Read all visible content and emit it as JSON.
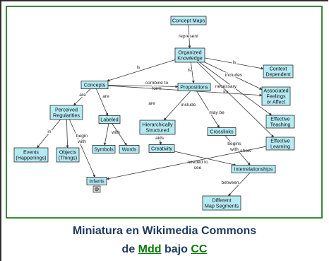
{
  "diagram": {
    "nodes": [
      {
        "id": "concept_maps",
        "lines": [
          "Concept Maps"
        ]
      },
      {
        "id": "organized_knowledge",
        "lines": [
          "Organized",
          "Knowledge"
        ]
      },
      {
        "id": "context_dependent",
        "lines": [
          "Context",
          "Dependent"
        ]
      },
      {
        "id": "concepts",
        "lines": [
          "Concepts"
        ]
      },
      {
        "id": "propositions",
        "lines": [
          "Propositions"
        ]
      },
      {
        "id": "associated_feelings",
        "lines": [
          "Associated",
          "Feelings",
          "or Affect"
        ]
      },
      {
        "id": "perceived_regularities",
        "lines": [
          "Perceived",
          "Regularities"
        ]
      },
      {
        "id": "labeled",
        "lines": [
          "Labeled"
        ]
      },
      {
        "id": "hierarchically_structured",
        "lines": [
          "Hierarchically",
          "Structured"
        ]
      },
      {
        "id": "effective_teaching",
        "lines": [
          "Effective",
          "Teaching"
        ]
      },
      {
        "id": "crosslinks",
        "lines": [
          "Crosslinks"
        ]
      },
      {
        "id": "effective_learning",
        "lines": [
          "Effective",
          "Learning"
        ]
      },
      {
        "id": "events",
        "lines": [
          "Events",
          "(Happenings)"
        ]
      },
      {
        "id": "objects",
        "lines": [
          "Objects",
          "(Things)"
        ]
      },
      {
        "id": "symbols",
        "lines": [
          "Symbols"
        ]
      },
      {
        "id": "words",
        "lines": [
          "Words"
        ]
      },
      {
        "id": "creativity",
        "lines": [
          "Creativity"
        ]
      },
      {
        "id": "interrelationships",
        "lines": [
          "Interrelationships"
        ]
      },
      {
        "id": "infants",
        "lines": [
          "Infants"
        ]
      },
      {
        "id": "different_map_segments",
        "lines": [
          "Different",
          "Map Segments"
        ]
      }
    ],
    "edges": [
      {
        "from": "concept_maps",
        "to": "organized_knowledge",
        "label": "represent"
      },
      {
        "from": "organized_knowledge",
        "to": "context_dependent",
        "label": "is"
      },
      {
        "from": "organized_knowledge",
        "to": "concepts",
        "label": "is"
      },
      {
        "from": "organized_knowledge",
        "to": "propositions",
        "label": "is"
      },
      {
        "from": "organized_knowledge",
        "to": "associated_feelings",
        "label": "includes"
      },
      {
        "from": "organized_knowledge",
        "to": "effective_teaching",
        "label": "necessary for"
      },
      {
        "from": "organized_knowledge",
        "to": "effective_learning",
        "label": ""
      },
      {
        "from": "concepts",
        "to": "propositions",
        "label": "combine to form"
      },
      {
        "from": "concepts",
        "to": "associated_feelings",
        "label": "include"
      },
      {
        "from": "concepts",
        "to": "perceived_regularities",
        "label": "are"
      },
      {
        "from": "concepts",
        "to": "labeled",
        "label": "are"
      },
      {
        "from": "propositions",
        "to": "hierarchically_structured",
        "label": "are"
      },
      {
        "from": "propositions",
        "to": "crosslinks",
        "label": "may be"
      },
      {
        "from": "perceived_regularities",
        "to": "events",
        "label": "in"
      },
      {
        "from": "perceived_regularities",
        "to": "objects",
        "label": ""
      },
      {
        "from": "perceived_regularities",
        "to": "infants",
        "label": "begin with"
      },
      {
        "from": "labeled",
        "to": "symbols",
        "label": "with"
      },
      {
        "from": "labeled",
        "to": "words",
        "label": ""
      },
      {
        "from": "hierarchically_structured",
        "to": "creativity",
        "label": "aids"
      },
      {
        "from": "crosslinks",
        "to": "interrelationships",
        "label": "show"
      },
      {
        "from": "creativity",
        "to": "interrelationships",
        "label": "needed to see"
      },
      {
        "from": "effective_learning",
        "to": "infants",
        "label": "begins with"
      },
      {
        "from": "interrelationships",
        "to": "different_map_segments",
        "label": "between"
      }
    ]
  },
  "caption": {
    "line1": "Miniatura en Wikimedia Commons",
    "line2_prefix": "de ",
    "author_link": "Mdd",
    "line2_middle": " bajo ",
    "license_link": "CC"
  }
}
